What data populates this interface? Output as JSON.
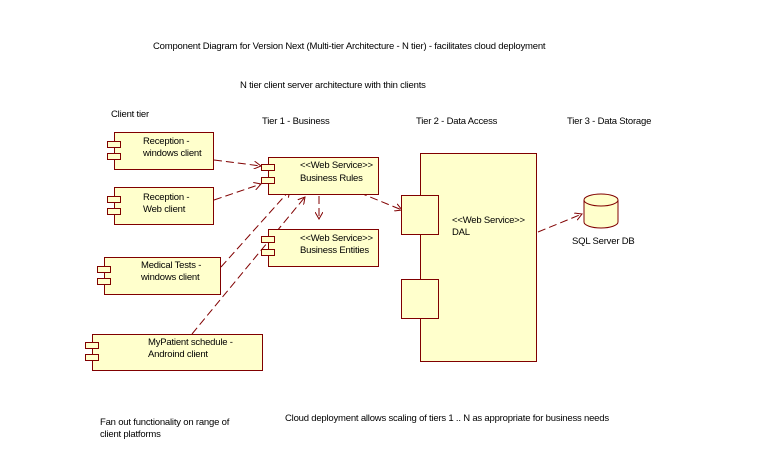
{
  "diagram": {
    "title": "Component Diagram for Version Next (Multi-tier Architecture - N tier)  -  facilitates cloud deployment",
    "subtitle": "N tier client server architecture with thin clients",
    "tiers": {
      "client": "Client tier",
      "business": "Tier 1 - Business",
      "data_access": "Tier 2 - Data Access",
      "data_storage": "Tier 3 - Data Storage"
    },
    "components": {
      "reception_windows": {
        "line1": "Reception -",
        "line2": "windows client"
      },
      "reception_web": {
        "line1": "Reception -",
        "line2": "Web client"
      },
      "medical_tests": {
        "line1": "Medical Tests -",
        "line2": "windows client"
      },
      "mypatient": {
        "line1": "MyPatient schedule -",
        "line2": "Androind client"
      },
      "business_rules": {
        "stereotype": "<<Web Service>>",
        "name": "Business Rules"
      },
      "business_entities": {
        "stereotype": "<<Web Service>>",
        "name": "Business Entities"
      },
      "dal": {
        "stereotype": "<<Web Service>>",
        "name": "DAL"
      },
      "sql_server": {
        "name": "SQL Server DB"
      }
    },
    "notes": {
      "fan_out_line1": "Fan out functionality on range of",
      "fan_out_line2": "client platforms",
      "cloud": "Cloud deployment allows scaling of tiers 1 .. N as appropriate for business needs"
    },
    "colors": {
      "fill": "#ffffcc",
      "line": "#800000"
    }
  }
}
